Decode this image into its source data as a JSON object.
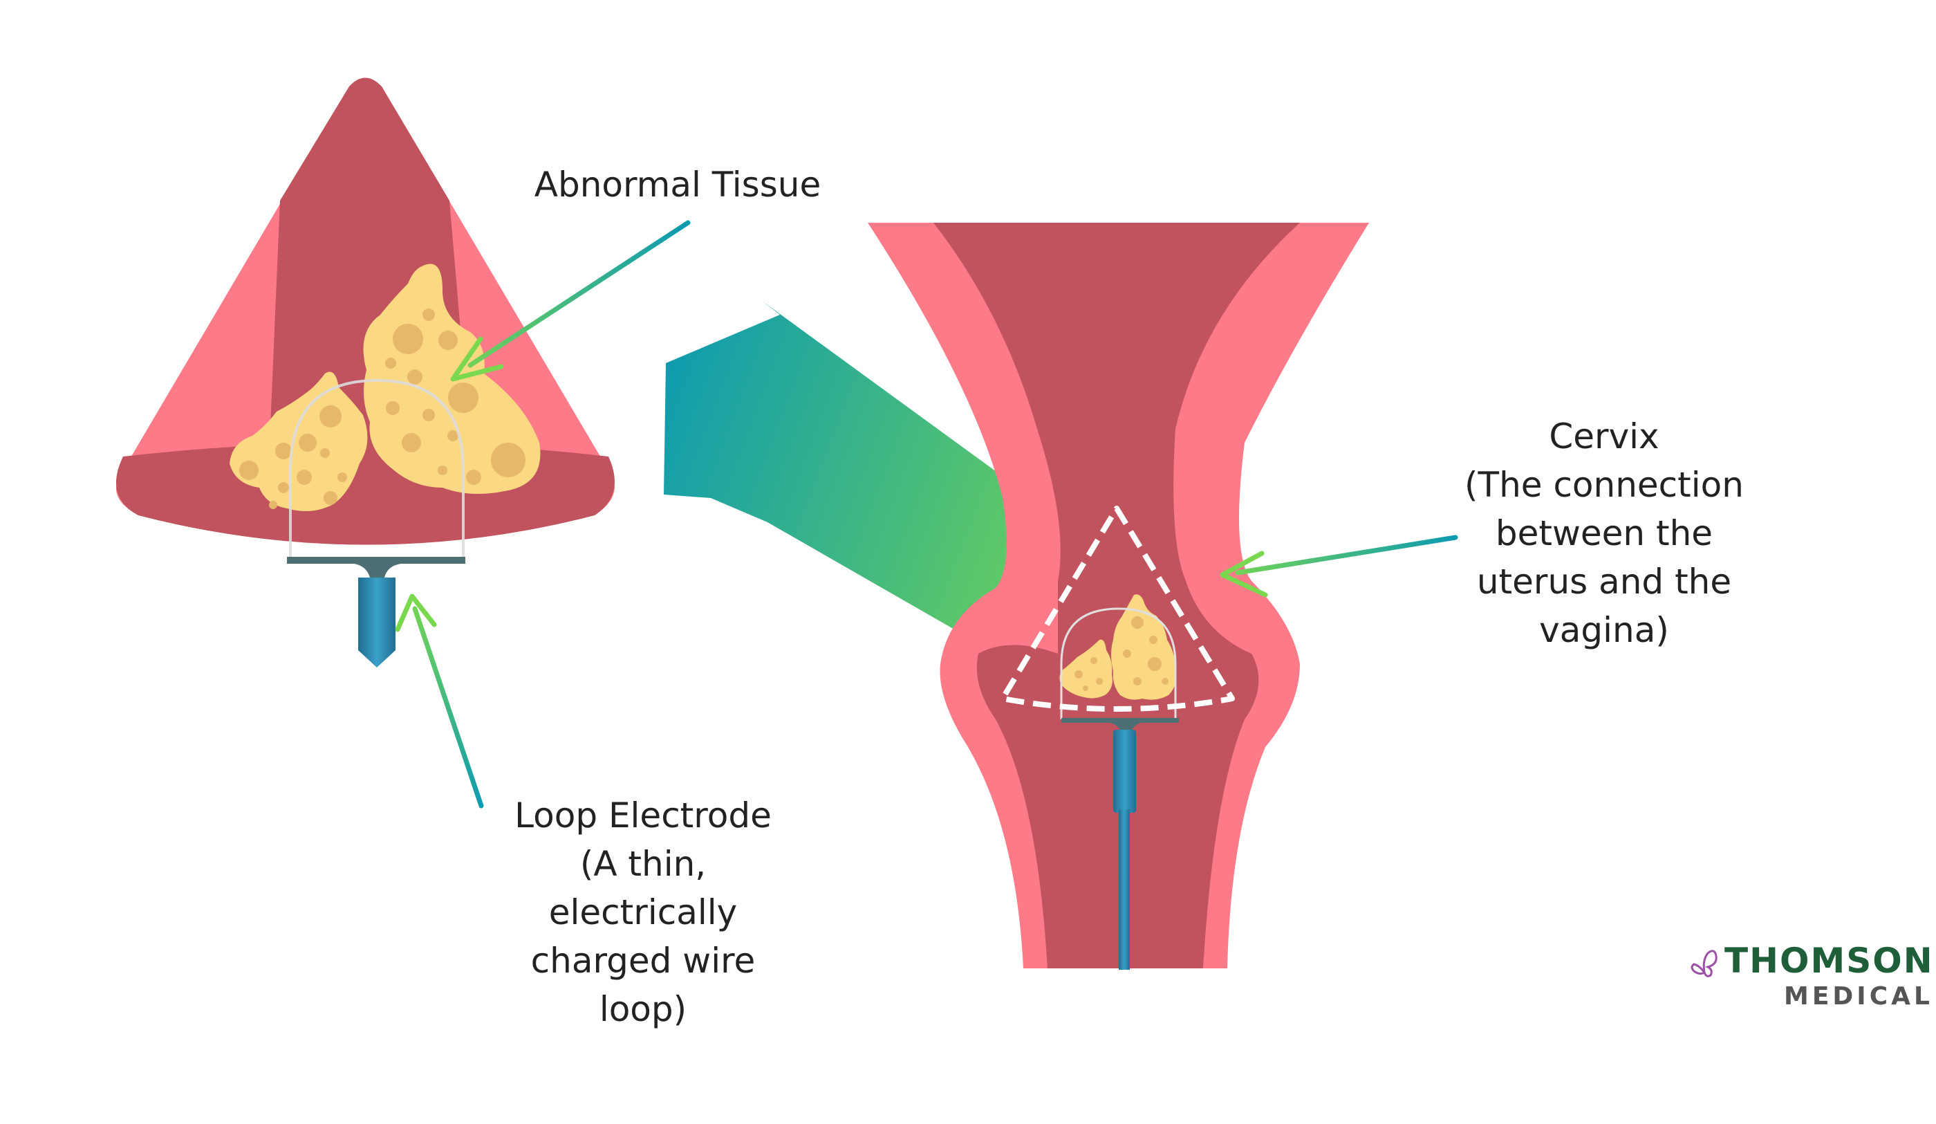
{
  "labels": {
    "abnormal_tissue": "Abnormal Tissue",
    "cervix": [
      "Cervix",
      "(The connection",
      "between the",
      "uterus and the",
      "vagina)"
    ],
    "loop_electrode": [
      "Loop Electrode",
      "(A thin,",
      "electrically",
      "charged wire",
      "loop)"
    ]
  },
  "logo": {
    "top": "THOMSON",
    "bottom": "MEDICAL",
    "icon": "butterfly-icon"
  },
  "colors": {
    "tissue_dark": "#c0535e",
    "tissue_light": "#fd7a89",
    "abnormal_tissue": "#fbd882",
    "abnormal_spots": "#e7b86a",
    "electrode": "#2f8fb5",
    "arrow_teal": "#0e9bb0",
    "arrow_green": "#7ad84e",
    "logo_green": "#1e5f3a",
    "logo_purple": "#9b4fa5"
  }
}
